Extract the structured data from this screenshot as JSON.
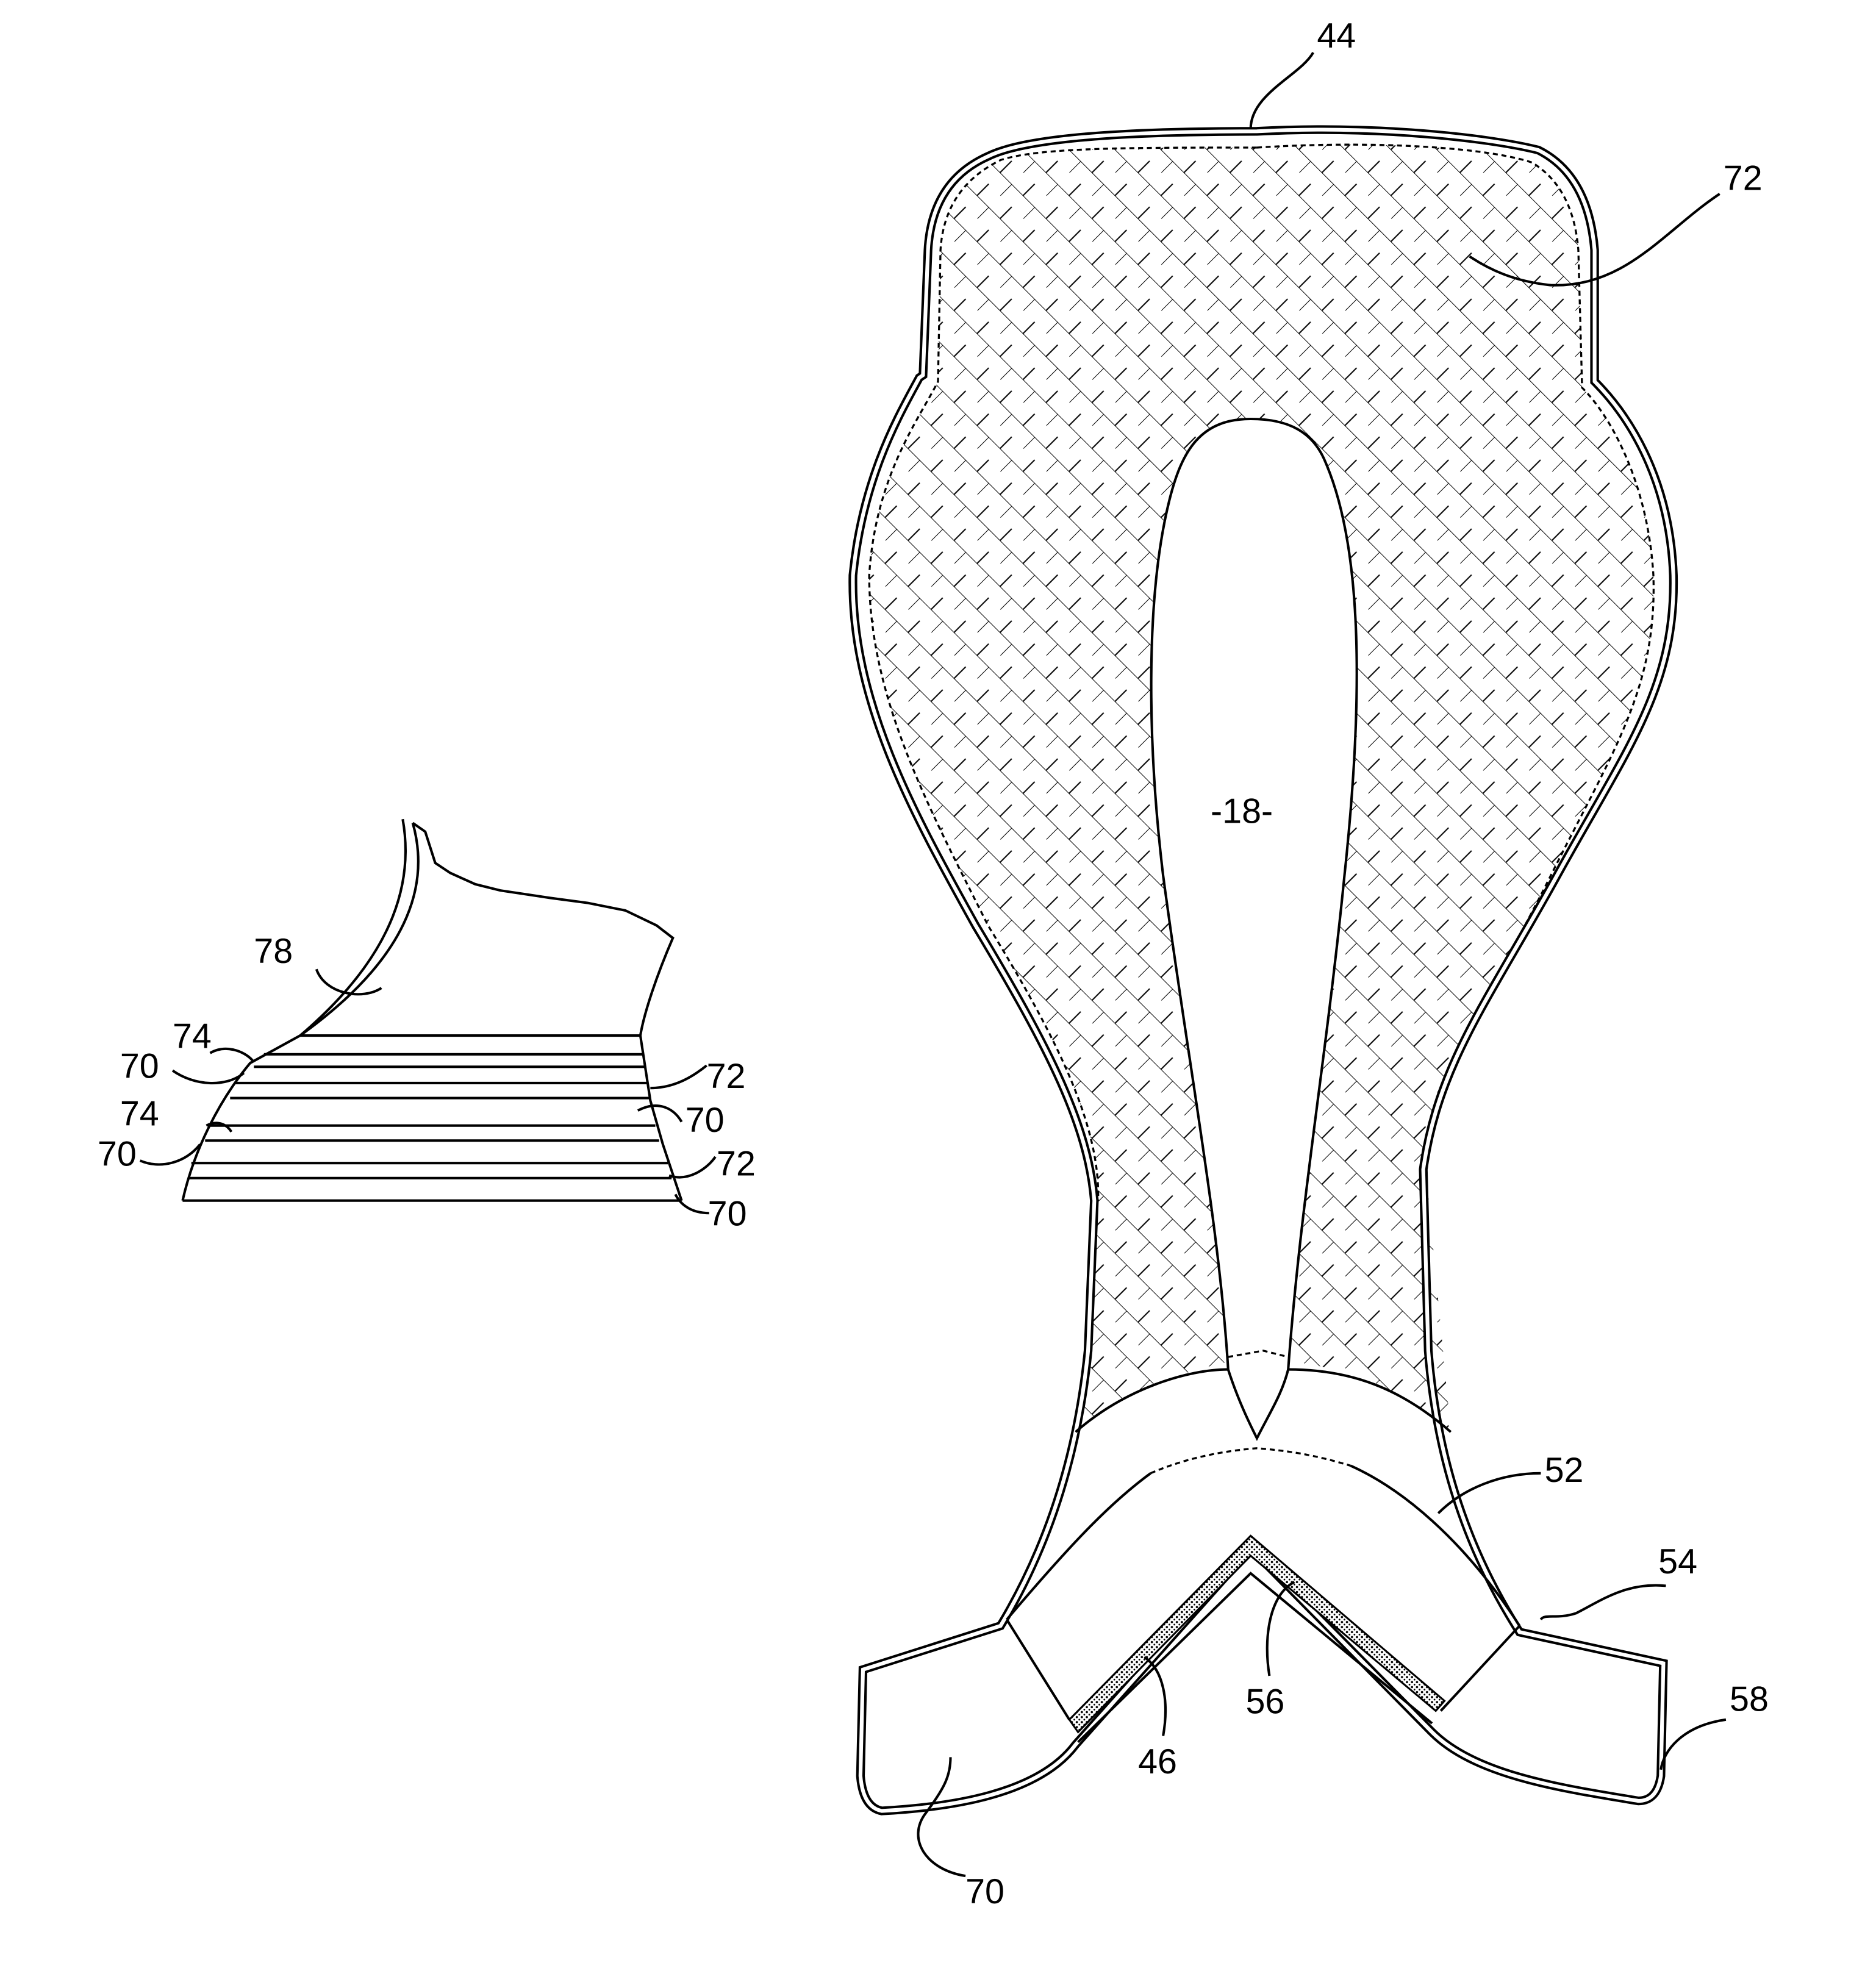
{
  "figure_left": {
    "labels": [
      "78",
      "74",
      "70",
      "74",
      "70",
      "72",
      "70",
      "72",
      "70"
    ]
  },
  "figure_right": {
    "labels": [
      "44",
      "72",
      "-18-",
      "52",
      "54",
      "58",
      "56",
      "46",
      "70"
    ]
  },
  "colors": {
    "ink": "#000000",
    "paper": "#ffffff"
  }
}
